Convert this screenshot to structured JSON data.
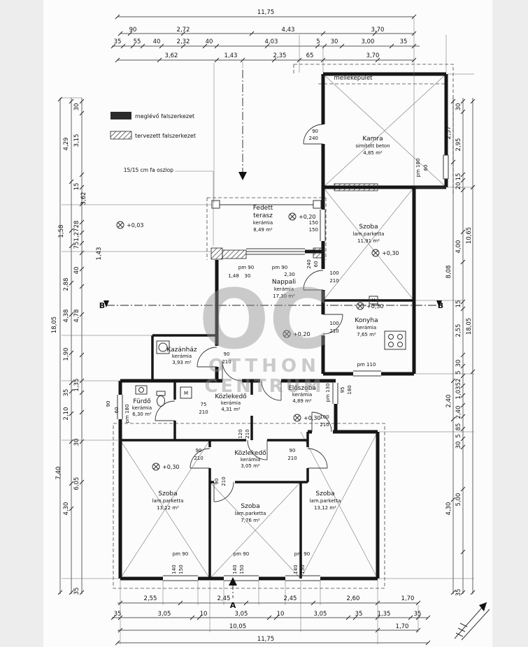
{
  "legend": {
    "existing": "meglévő falszerkezet",
    "planned": "tervezett falszerkezet",
    "column_note": "15/15 cm fa oszlop"
  },
  "annex_label": "melléképület",
  "watermark": {
    "big": "OC",
    "l1": "OTTHON",
    "l2": "CENTRUM"
  },
  "sections": {
    "b": "B",
    "a": "A"
  },
  "fixtures": {
    "h": "H",
    "m": "M"
  },
  "elev": [
    "+0,03",
    "+0,20",
    "+0,30",
    "+0,30",
    "+0,20",
    "+0,30",
    "+0,30"
  ],
  "dims": {
    "t1": [
      "11,75"
    ],
    "t2": [
      "90",
      "2,72",
      "4,43",
      "3,70"
    ],
    "t3": [
      "35",
      "55",
      "40",
      "2,32",
      "40",
      "4,03",
      "5",
      "30",
      "3,00",
      "35"
    ],
    "t4": [
      "3,62",
      "1,43",
      "2,35",
      "65",
      "3,70"
    ],
    "b1": [
      "2,55",
      "2,45",
      "2,45",
      "2,60",
      "1,70"
    ],
    "b2": [
      "35",
      "3,05",
      "10",
      "3,05",
      "10",
      "3,05",
      "35",
      "1,35",
      "35"
    ],
    "b3": [
      "10,05",
      "1,70"
    ],
    "b4": [
      "11,75"
    ],
    "l": [
      "18,05",
      "4,29",
      "30",
      "3,15",
      "15",
      "3,62",
      "1,58",
      "28",
      "1,27",
      "75",
      "1,43",
      "40",
      "2,88",
      "4,38",
      "4,78",
      "1,90",
      "1,35",
      "35",
      "2,10",
      "90",
      "60",
      "30",
      "7,40",
      "6,05",
      "4,30",
      "35"
    ],
    "r": [
      "30",
      "2,57",
      "2,95",
      "15",
      "20",
      "10,65",
      "4,00",
      "8,08",
      "15",
      "18,05",
      "2,55",
      "30",
      "5",
      "52",
      "1,03",
      "2,40",
      "2,40",
      "85",
      "5",
      "30",
      "5,00",
      "4,30",
      "35"
    ]
  },
  "rooms": [
    {
      "l": [
        "Kamra",
        "simított beton",
        "4,85 m²"
      ]
    },
    {
      "l": [
        "Szoba",
        "lam.parketta",
        "11,91 m²"
      ]
    },
    {
      "l": [
        "Fedett",
        "terasz",
        "kerámia",
        "8,49 m²"
      ]
    },
    {
      "l": [
        "Nappali",
        "kerámia",
        "17,30 m²"
      ]
    },
    {
      "l": [
        "Konyha",
        "kerámia",
        "7,65 m²"
      ]
    },
    {
      "l": [
        "Kazánház",
        "kerámia",
        "3,93 m²"
      ]
    },
    {
      "l": [
        "Fürdő",
        "kerámia",
        "6,30 m²"
      ]
    },
    {
      "l": [
        "Közlekedő",
        "kerámia",
        "4,31 m²"
      ]
    },
    {
      "l": [
        "Előszoba",
        "kerámia",
        "4,89 m²"
      ]
    },
    {
      "l": [
        "Közlekedő",
        "kerámia",
        "3,05 m²"
      ]
    },
    {
      "l": [
        "Szoba",
        "lam.parketta",
        "13,12 m²"
      ]
    },
    {
      "l": [
        "Szoba",
        "lam.parketta",
        "7,76 m²"
      ]
    },
    {
      "l": [
        "Szoba",
        "lam.parketta",
        "13,12 m²"
      ]
    }
  ],
  "open": {
    "annex_door": [
      "90",
      "240"
    ],
    "annex_win": [
      "pm 180",
      "60"
    ],
    "szoba_win": [
      "150",
      "150"
    ],
    "terrace_win_1": "pm 90",
    "terrace_win_2": "pm 90",
    "high_win": [
      "240",
      "60"
    ],
    "terrace_dims": [
      "1,48",
      "30",
      "2,30"
    ],
    "door_nappali": [
      "100",
      "210"
    ],
    "door_konyha": [
      "100",
      "210"
    ],
    "kitchen_win": "pm 110",
    "boiler_door": [
      "90",
      "210"
    ],
    "bath_door": [
      "75",
      "210"
    ],
    "bath_win": "pm 180",
    "hall_win": "pm 130",
    "side_win": [
      "95",
      "180"
    ],
    "entry_door": [
      "100",
      "210"
    ],
    "hall_door": [
      "120",
      "210"
    ],
    "room_door_l": [
      "90",
      "210"
    ],
    "room_door_r": [
      "90",
      "210"
    ],
    "room_door_m": [
      "90",
      "210"
    ],
    "win_1": [
      "pm 90",
      "140",
      "150"
    ],
    "win_2": [
      "pm 90",
      "140",
      "150"
    ],
    "win_3": [
      "pm 90",
      "140",
      "150"
    ]
  }
}
